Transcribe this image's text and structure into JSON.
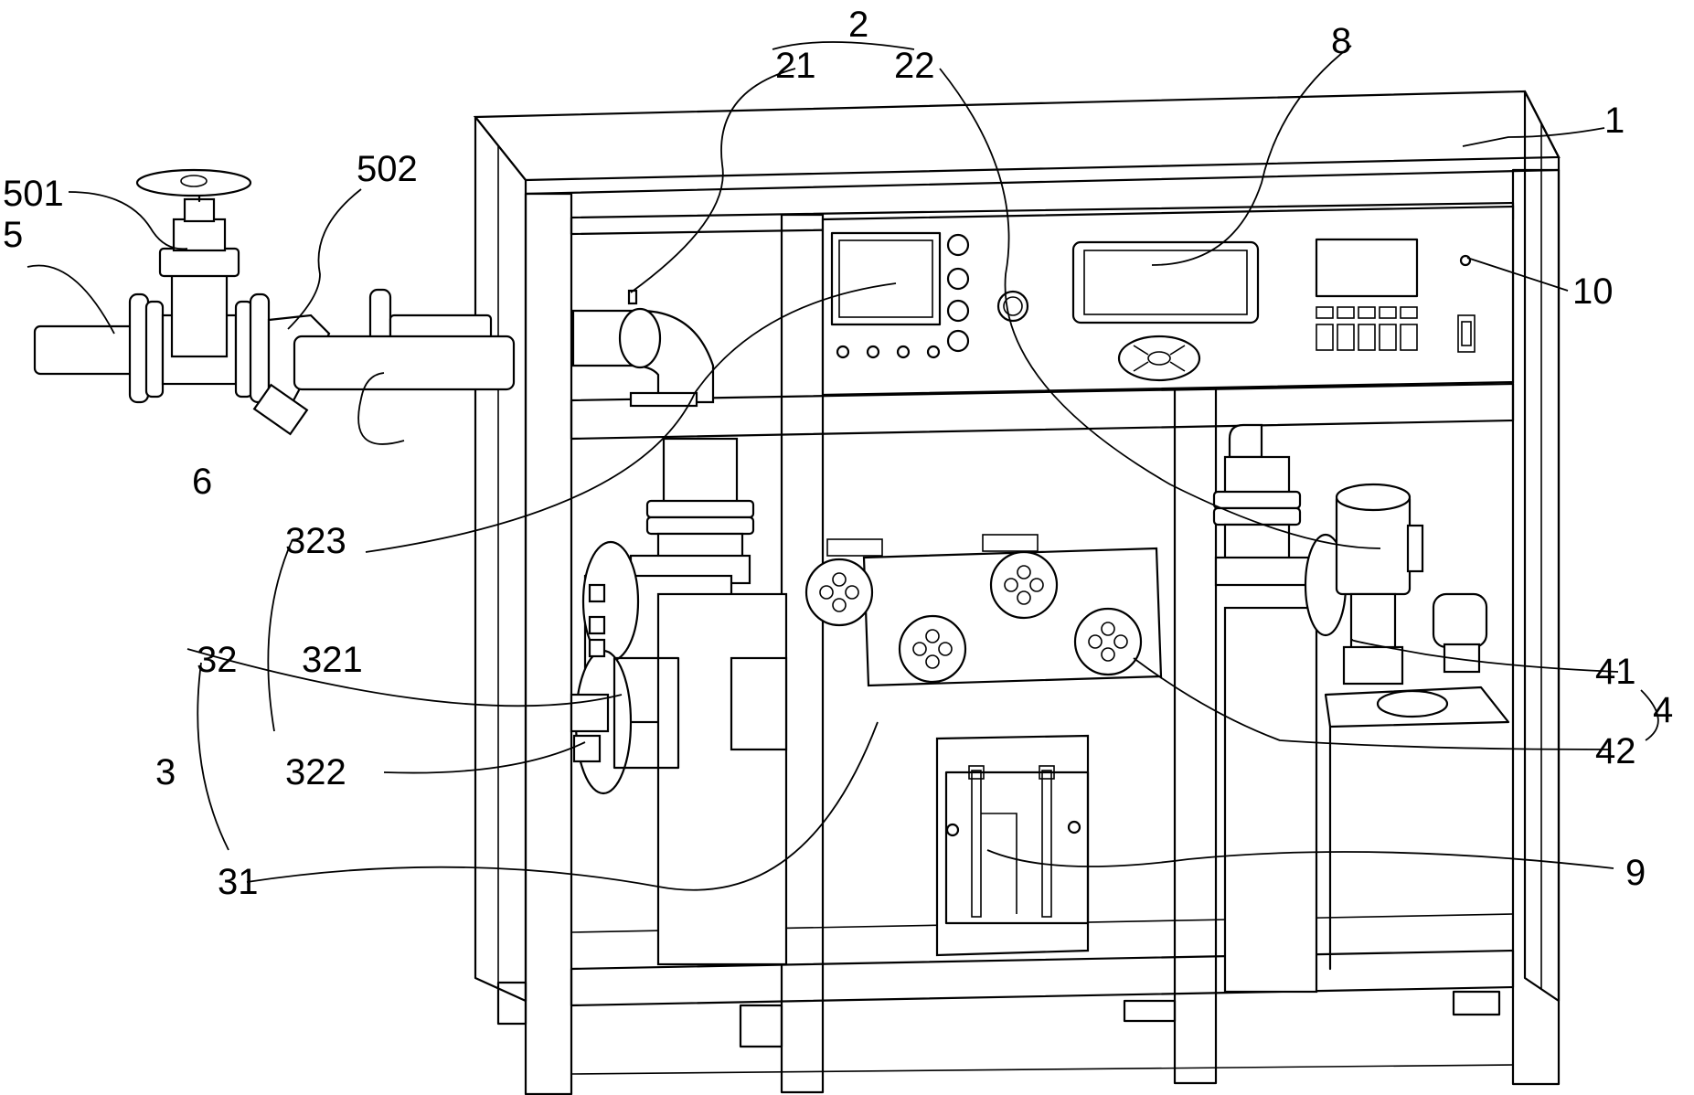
{
  "labels": {
    "l1": "1",
    "l2": "2",
    "l21": "21",
    "l22": "22",
    "l3": "3",
    "l31": "31",
    "l32": "32",
    "l321": "321",
    "l322": "322",
    "l323": "323",
    "l4": "4",
    "l41": "41",
    "l42": "42",
    "l5": "5",
    "l501": "501",
    "l502": "502",
    "l6": "6",
    "l8": "8",
    "l9": "9",
    "l10": "10"
  }
}
